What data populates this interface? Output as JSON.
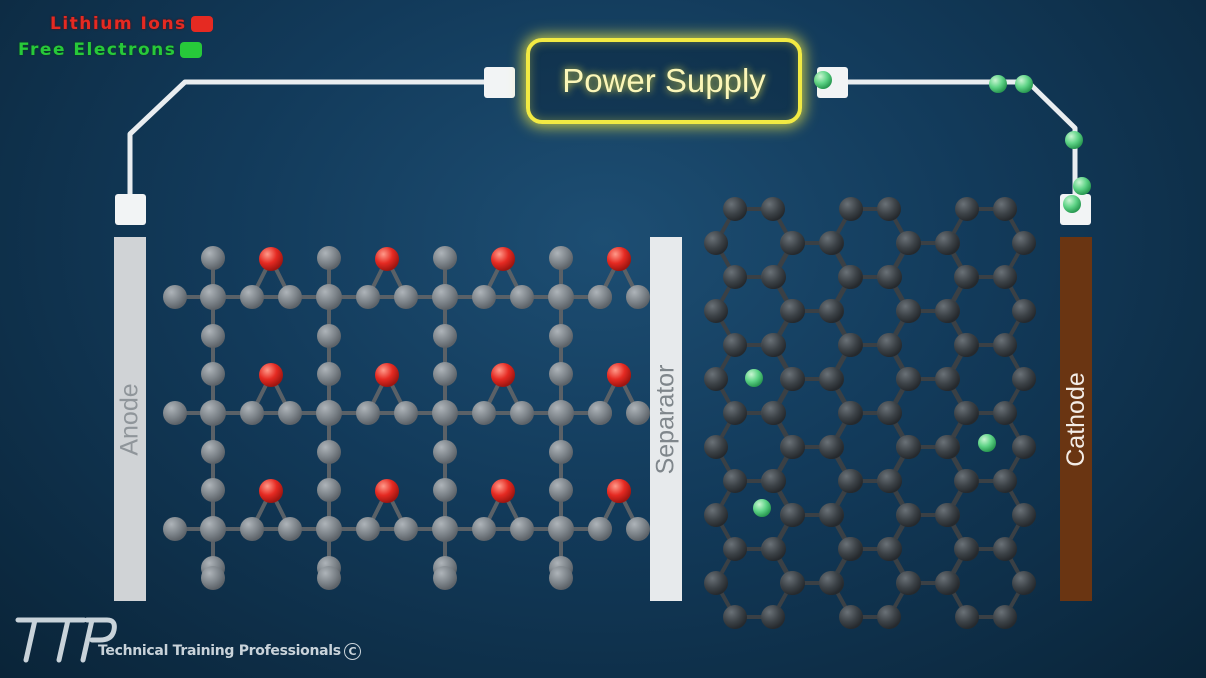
{
  "legend": [
    {
      "label": "Lithium Ions",
      "color": "#e52a22"
    },
    {
      "label": "Free Electrons",
      "color": "#27c93a"
    }
  ],
  "power_supply": {
    "label": "Power Supply",
    "glow_color": "#f2ea43"
  },
  "components": {
    "anode": {
      "label": "Anode",
      "color": "#d0d3d6"
    },
    "separator": {
      "label": "Separator",
      "color": "#e7eaec"
    },
    "cathode": {
      "label": "Cathode",
      "color": "#6a3512"
    }
  },
  "colors": {
    "lithium_ion": "#e52a22",
    "electron": "#5fd487",
    "anode_atom": "#7d848a",
    "cathode_atom": "#3c4247",
    "wire": "#e9edf0"
  },
  "brand": {
    "logo_icon": "ttp-logo-icon",
    "name": "Technical Training Professionals",
    "copyright": "C"
  }
}
